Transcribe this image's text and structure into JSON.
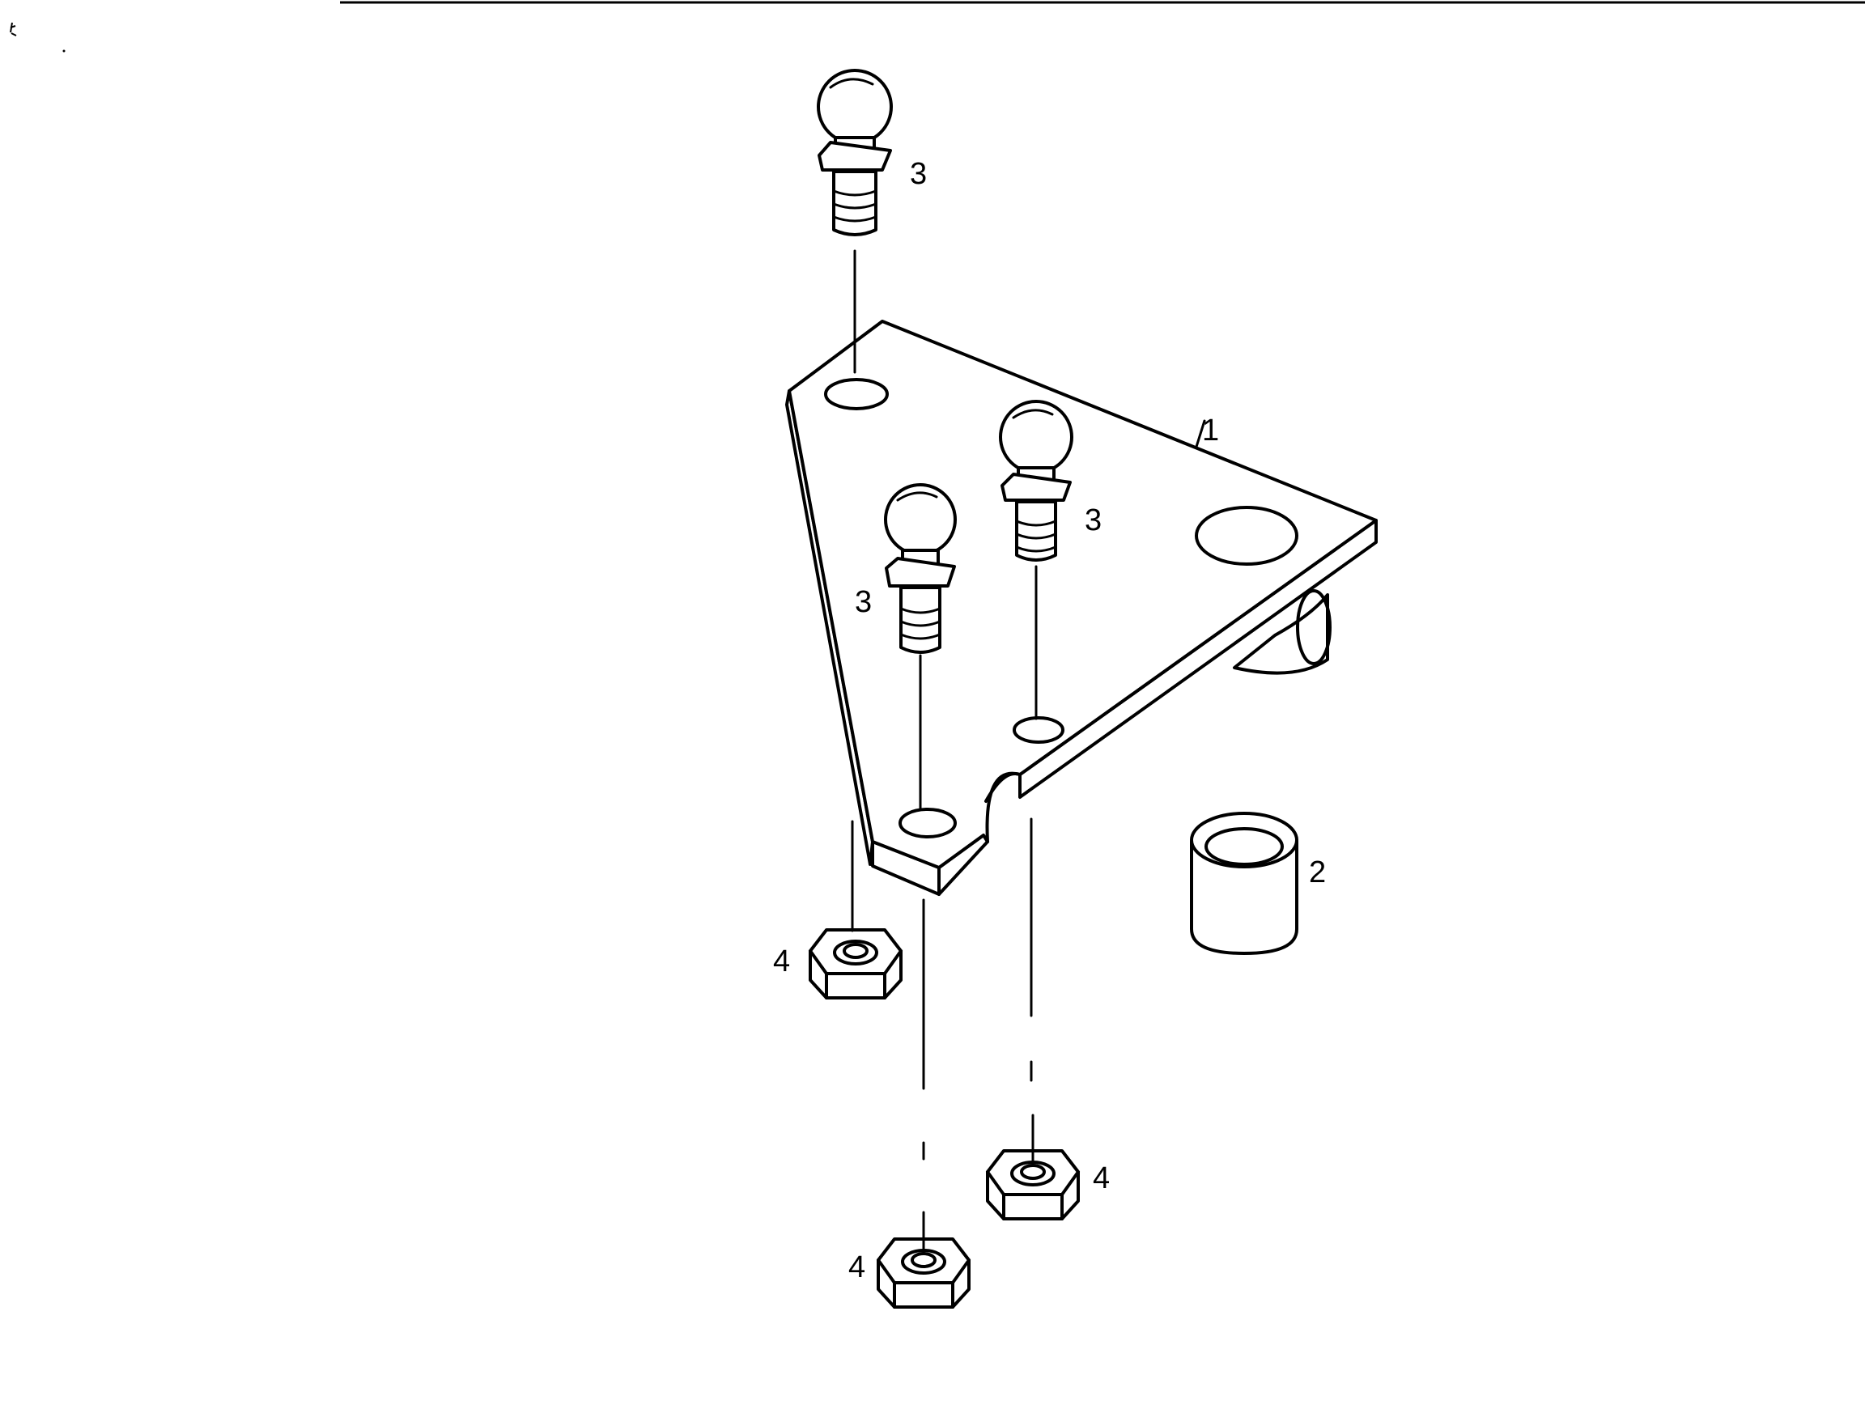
{
  "diagram": {
    "callouts": {
      "plate": "1",
      "bushing": "2",
      "ball_stud_top": "3",
      "ball_stud_right": "3",
      "ball_stud_left": "3",
      "nut_upper": "4",
      "nut_right": "4",
      "nut_bottom": "4"
    }
  }
}
